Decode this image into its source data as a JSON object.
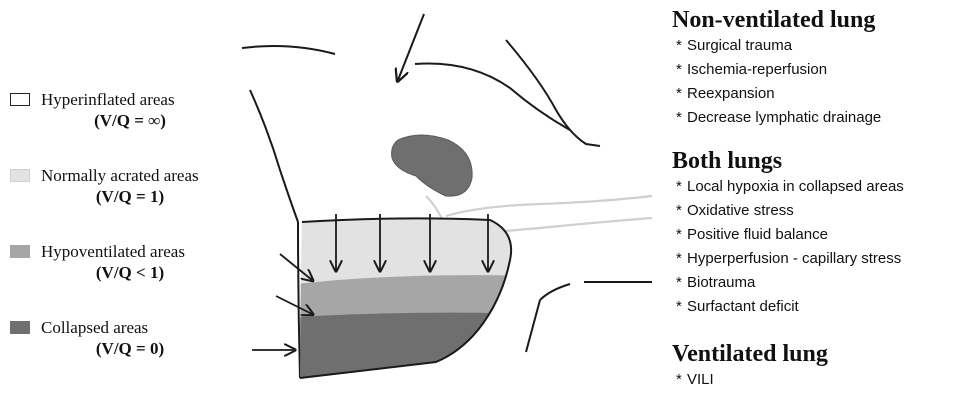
{
  "legend": {
    "items": [
      {
        "label": "Hyperinflated areas",
        "formula": "(V/Q = ∞)",
        "color": "#ffffff"
      },
      {
        "label": "Normally acrated areas",
        "formula": "(V/Q = 1)",
        "color": "#e2e2e2"
      },
      {
        "label": "Hypoventilated areas",
        "formula": "(V/Q < 1)",
        "color": "#a6a6a6"
      },
      {
        "label": "Collapsed areas",
        "formula": "(V/Q = 0)",
        "color": "#6f6f6f"
      }
    ]
  },
  "sections": [
    {
      "title": "Non-ventilated lung",
      "bullets": [
        "Surgical trauma",
        "Ischemia-reperfusion",
        "Reexpansion",
        "Decrease lymphatic drainage"
      ]
    },
    {
      "title": "Both lungs",
      "bullets": [
        "Local hypoxia in collapsed areas",
        "Oxidative stress",
        "Positive fluid balance",
        "Hyperperfusion - capillary stress",
        "Biotrauma",
        "Surfactant deficit"
      ]
    },
    {
      "title": "Ventilated lung",
      "bullets": [
        "VILI"
      ]
    }
  ],
  "colors": {
    "outline": "#1a1a1a",
    "heart": "#6f6f6f",
    "hyperinflated": "#ffffff",
    "normal": "#e2e2e2",
    "hypoventilated": "#a6a6a6",
    "collapsed": "#6f6f6f"
  }
}
